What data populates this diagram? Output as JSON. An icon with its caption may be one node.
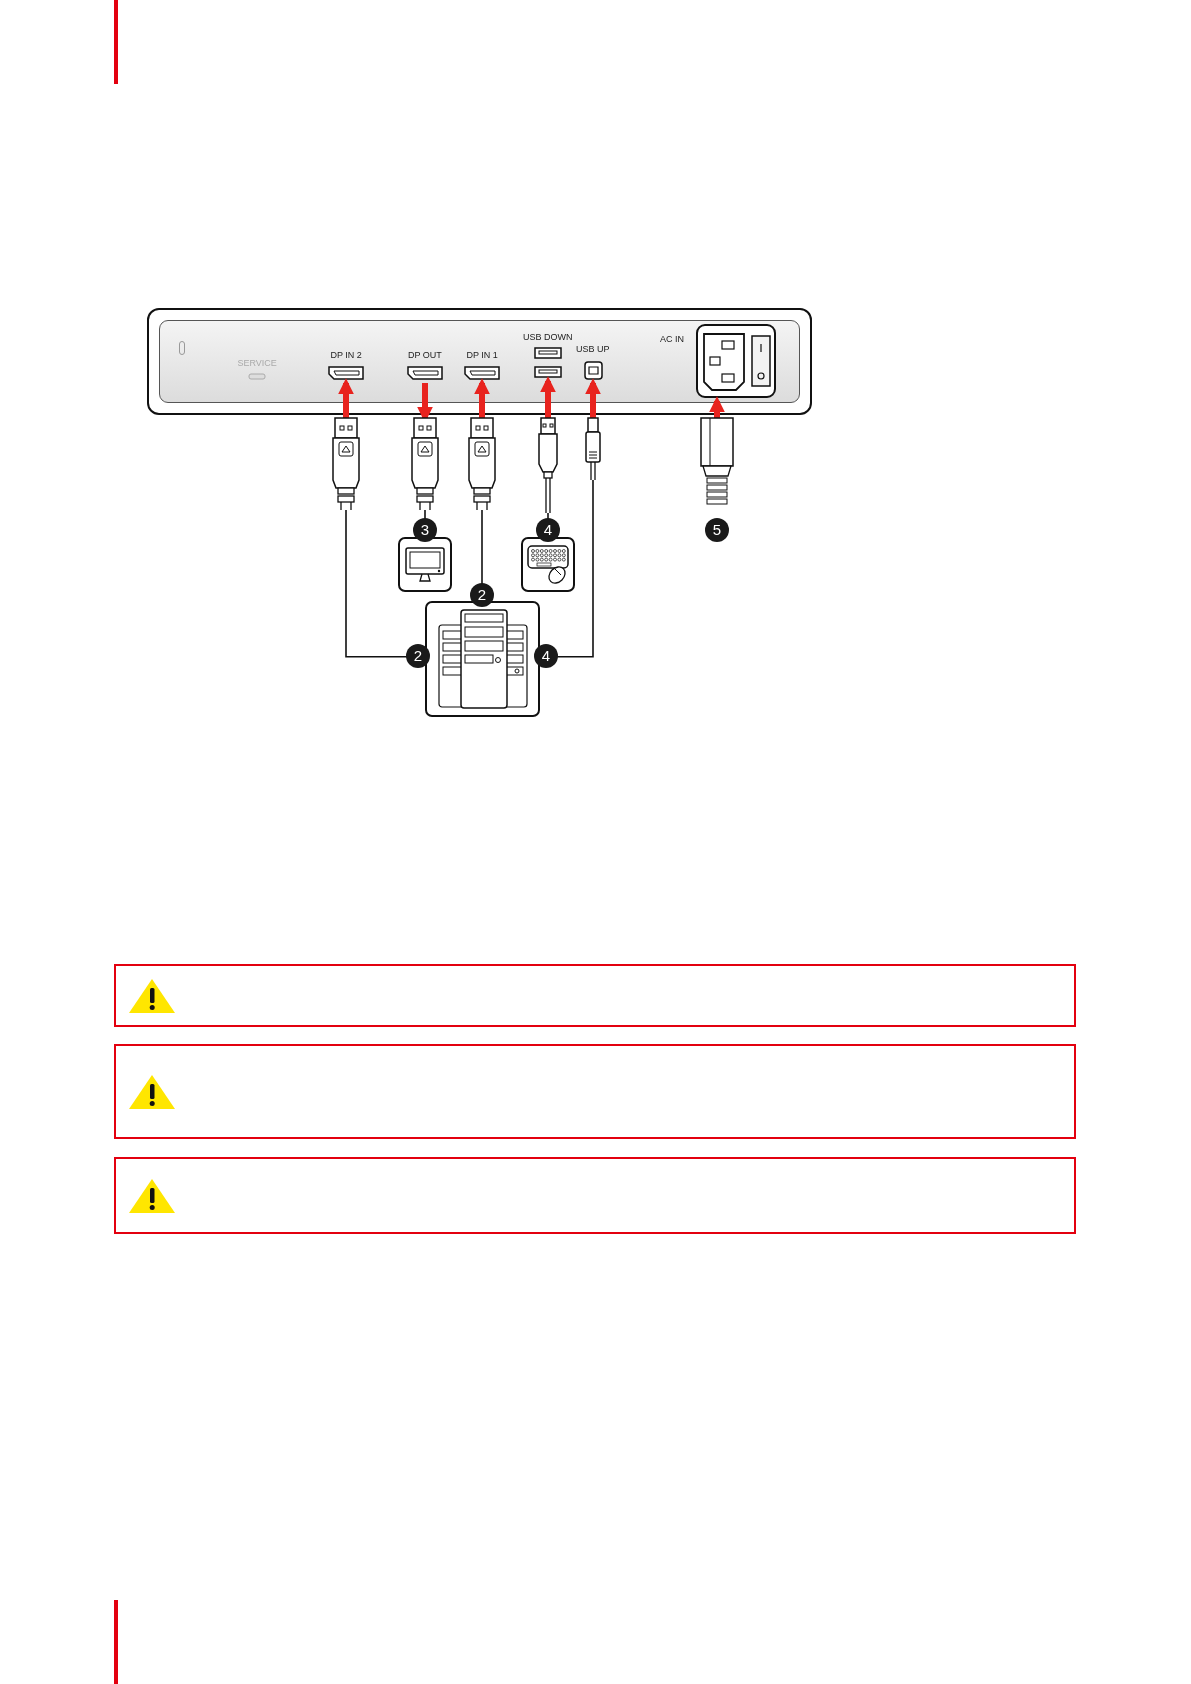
{
  "diagram": {
    "nodes": [
      {
        "text": [],
        "shape": "box"
      },
      {
        "text": [
          "SERVICE"
        ],
        "in": 0
      },
      {
        "text": [
          "DP IN 2"
        ],
        "in": 0
      },
      {
        "text": [
          "DP OUT"
        ],
        "in": 0
      },
      {
        "text": [
          "DP IN 1"
        ],
        "in": 0
      },
      {
        "text": [
          "USB DOWN"
        ],
        "in": 0
      },
      {
        "text": [
          "USB UP"
        ],
        "in": 0
      },
      {
        "text": [
          "AC IN"
        ],
        "in": 0
      },
      {
        "text": [],
        "shape": "plug"
      },
      {
        "text": [],
        "shape": "plug"
      },
      {
        "text": [],
        "shape": "plug"
      },
      {
        "text": [],
        "shape": "plug"
      },
      {
        "text": [],
        "shape": "plug"
      },
      {
        "text": [],
        "shape": "plug",
        "beside": [
          "5"
        ]
      },
      {
        "text": [],
        "shape": "monitor",
        "beside": [
          "3"
        ]
      },
      {
        "text": [],
        "shape": "keyboard",
        "beside": [
          "4"
        ]
      },
      {
        "text": [],
        "shape": "computer",
        "beside": [
          "2",
          "2",
          "4"
        ]
      }
    ],
    "edges": [
      {
        "from": 8,
        "to": 2,
        "arrow": "to"
      },
      {
        "from": 3,
        "to": 9,
        "arrow": "to"
      },
      {
        "from": 10,
        "to": 4,
        "arrow": "to"
      },
      {
        "from": 11,
        "to": 5,
        "arrow": "to"
      },
      {
        "from": 12,
        "to": 6,
        "arrow": "to"
      },
      {
        "from": 13,
        "to": 7,
        "arrow": "to"
      },
      {
        "from": 8,
        "to": 16,
        "arrow": "none",
        "color": "#111111"
      },
      {
        "from": 9,
        "to": 14,
        "arrow": "none",
        "color": "#111111"
      },
      {
        "from": 10,
        "to": 16,
        "arrow": "none",
        "color": "#111111"
      },
      {
        "from": 11,
        "to": 15,
        "arrow": "none",
        "color": "#111111"
      },
      {
        "from": 12,
        "to": 16,
        "arrow": "none",
        "color": "#111111"
      }
    ]
  }
}
